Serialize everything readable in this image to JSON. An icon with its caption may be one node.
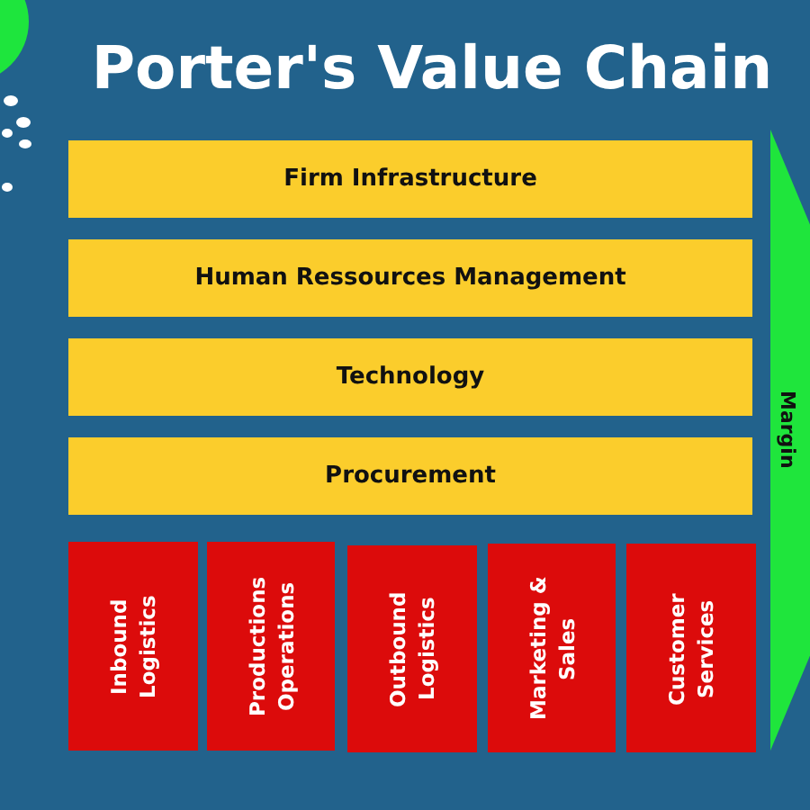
{
  "diagram": {
    "title": "Porter's Value Chain",
    "nodes": [
      {
        "text": [
          "Firm Infrastructure"
        ]
      },
      {
        "text": [
          "Human Ressources Management"
        ]
      },
      {
        "text": [
          "Technology"
        ]
      },
      {
        "text": [
          "Procurement"
        ]
      },
      {
        "text": [
          "Inbound Logistics"
        ]
      },
      {
        "text": [
          "Productions Operations"
        ]
      },
      {
        "text": [
          "Outbound Logistics"
        ]
      },
      {
        "text": [
          "Marketing & Sales"
        ]
      },
      {
        "text": [
          "Customer Services"
        ]
      },
      {
        "text": [
          "Margin"
        ]
      }
    ]
  }
}
